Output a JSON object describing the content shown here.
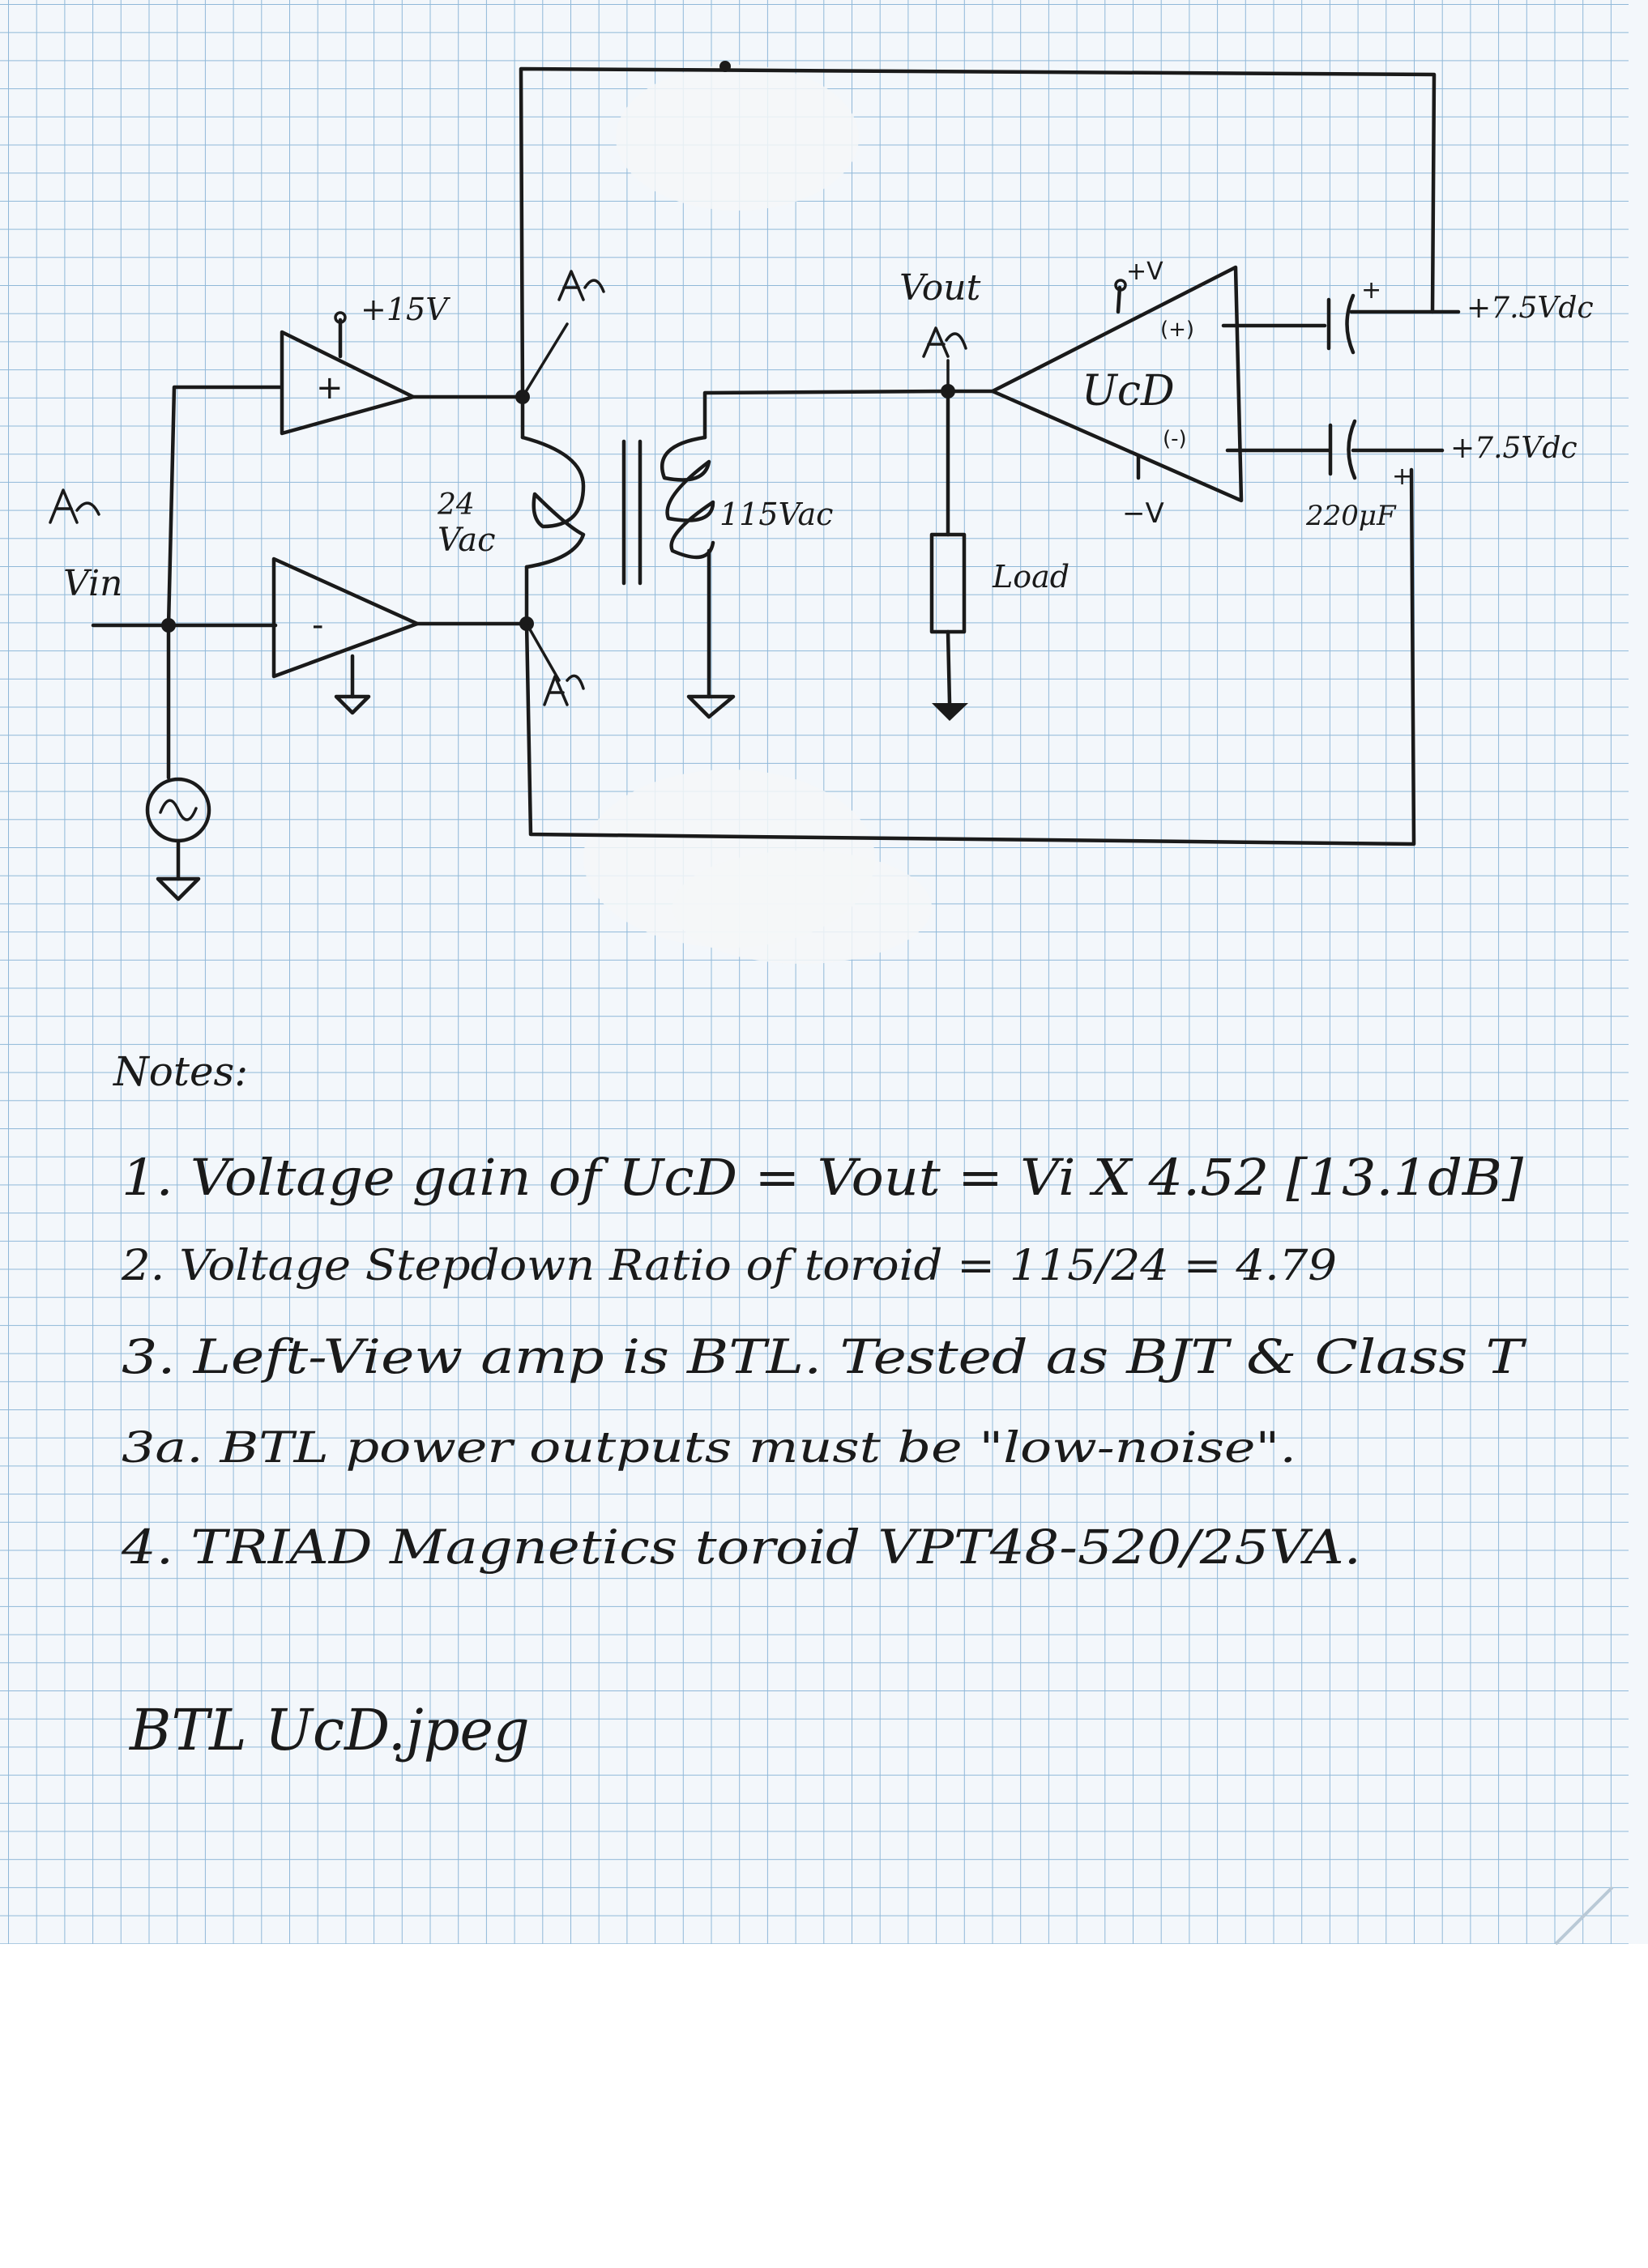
{
  "schematic": {
    "labels": {
      "plus_15v": "+15V",
      "plus_sign": "+",
      "minus_sign": "-",
      "v_in": "Vin",
      "v_ac_24_num": "24",
      "v_ac_24_unit": "Vac",
      "v_ac_115": "115Vac",
      "v_out": "Vout",
      "plus_v": "+V",
      "minus_v": "−V",
      "ucd": "UcD",
      "ucd_plus_input": "(+)",
      "ucd_minus_input": "(-)",
      "supply_top": "+7.5Vdc",
      "supply_bottom": "+7.5Vdc",
      "cap_value": "220μF",
      "load": "Load",
      "cap_plus": "+"
    }
  },
  "notes": {
    "heading": "Notes:",
    "items": [
      "1. Voltage gain of UcD = Vout = Vi X 4.52 [13.1dB]",
      "2. Voltage Stepdown Ratio of toroid = 115/24 = 4.79",
      "3. Left-View amp is BTL. Tested as BJT & Class T",
      "3a. BTL power outputs must be \"low-noise\".",
      "4. TRIAD Magnetics toroid VPT48-520/25VA."
    ],
    "filename": "BTL UcD.jpeg"
  }
}
